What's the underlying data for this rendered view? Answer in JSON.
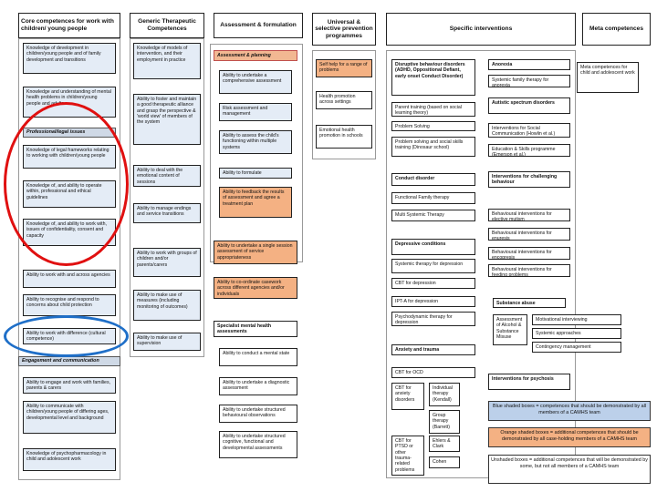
{
  "headers": {
    "core": "Core competences for work with children/ young people",
    "generic": "Generic Therapeutic Competences",
    "assessment": "Assessment & formulation",
    "universal": "Universal & selective prevention programmes",
    "specific": "Specific interventions",
    "meta": "Meta competences"
  },
  "core": {
    "items": [
      "Knowledge of development in children/young people and of family development and transitions",
      "Knowledge and understanding of mental health problems in children/young people and adults",
      "Knowledge of legal frameworks relating to working with children/young people",
      "Knowledge of, and ability to operate within, professional and ethical guidelines",
      "Knowledge of, and ability to work with, issues of confidentiality, consent and capacity",
      "Ability to work with and across agencies",
      "Ability to recognise and respond to concerns about child protection",
      "Ability to work with difference (cultural competence)",
      "Ability to engage and work with families, parents & carers",
      "Ability to communicate with children/young people of differing ages, developmental level and background",
      "Knowledge of psychopharmacology in child and adolescent work"
    ],
    "label_professional": "Professional/legal issues",
    "label_engagement": "Engagement and communication"
  },
  "generic": {
    "items": [
      "Knowledge of models of intervention, and their employment in practice",
      "Ability to foster and maintain a good therapeutic alliance and grasp the perspective & 'world view' of members of the system",
      "Ability to deal with the emotional content of sessions",
      "Ability to manage endings and service transitions",
      "Ability to work with groups of children and/or parents/carers",
      "Ability to make use of measures (including monitoring of outcomes)",
      "Ability to make use of supervision"
    ]
  },
  "assessment": {
    "label_planning": "Assessment & planning",
    "items": [
      "Ability to undertake a comprehensive assessment",
      "Risk assessment and management",
      "Ability to assess the child's functioning within multiple systems",
      "Ability to formulate",
      "Ability to feedback the results of assessment and agree a treatment plan",
      "Ability to undertake a single session assessment of service appropriateness",
      "Ability to co-ordinate casework across different agencies and/or individuals"
    ],
    "specialist_label": "Specialist mental health assessments",
    "specialist_items": [
      "Ability to conduct a mental state",
      "Ability to undertake a diagnostic assessment",
      "Ability to undertake structured behavioural observations",
      "Ability to undertake structured cognitive, functional and developmental assessments"
    ]
  },
  "universal": {
    "items": [
      "Self help for a range of problems",
      "Health promotion across settings",
      "Emotional health promotion in schools"
    ]
  },
  "specific": {
    "col1": {
      "disruptive": "Disruptive behaviour disorders (ADHD, Oppositional Defiant, early onset Conduct Disorder)",
      "parent_training": "Parent training (based on social learning theory)",
      "problem_solving": "Problem Solving",
      "problem_solving_social": "Problem solving and social skills training (Dinosaur school)",
      "conduct": "Conduct disorder",
      "fft": "Functional Family therapy",
      "mst": "Multi Systemic Therapy",
      "depressive": "Depressive conditions",
      "systemic_dep": "Systemic therapy for depression",
      "cbt_dep": "CBT for depression",
      "ipt": "IPT-A for depression",
      "psychodyn": "Psychodynamic therapy for depression",
      "anxiety": "Anxiety and trauma",
      "cbt_ocd": "CBT for OCD",
      "cbt_anx": "CBT for anxiety disorders",
      "individual": "Individual therapy (Kendall)",
      "group": "Group therapy (Barrett)",
      "cbt_ptsd": "CBT for PTSD or other trauma-related problems",
      "ehlers": "Ehlers & Clark",
      "cohen": "Cohen"
    },
    "col2": {
      "anorexia": "Anorexia",
      "systemic_family": "Systemic family therapy for anorexia",
      "autistic": "Autistic spectrum disorders",
      "interventions_social": "Interventions for Social Communication (Howlin et al.)",
      "education": "Education & Skills programme (Emerson et al.)",
      "challenging": "Interventions for challenging behaviour",
      "bi_elective": "Behavioural interventions for elective mutism",
      "bi_enuresis": "Behavioural interventions for enuresis",
      "bi_encopresis": "Behavioural interventions for encopresis",
      "bi_feeding": "Behavioural interventions for feeding problems",
      "substance": "Substance abuse",
      "assessment_alcohol": "Assessment of Alcohol & Substance Misuse",
      "motivational": "Motivational interviewing",
      "systemic_approaches": "Systemic approaches",
      "contingency": "Contingency management",
      "psychosis": "Interventions for psychosis"
    }
  },
  "meta": {
    "text": "Meta competences for child and adolescent work"
  },
  "legend": {
    "blue": "Blue shaded boxes = competences that should be demonstrated by all members of a CAMHS team",
    "orange": "Orange shaded boxes = additional competences that should be demonstrated by all case-holding members of a CAMHS team",
    "white": "Unshaded boxes = additional competences that will be demonstrated by some, but not all members of a CAMHS team"
  },
  "colors": {
    "blue_shade": "#e4ecf6",
    "orange_shade": "#f4b183",
    "red_annotation": "#e01010",
    "blue_annotation": "#1f6fc8"
  }
}
